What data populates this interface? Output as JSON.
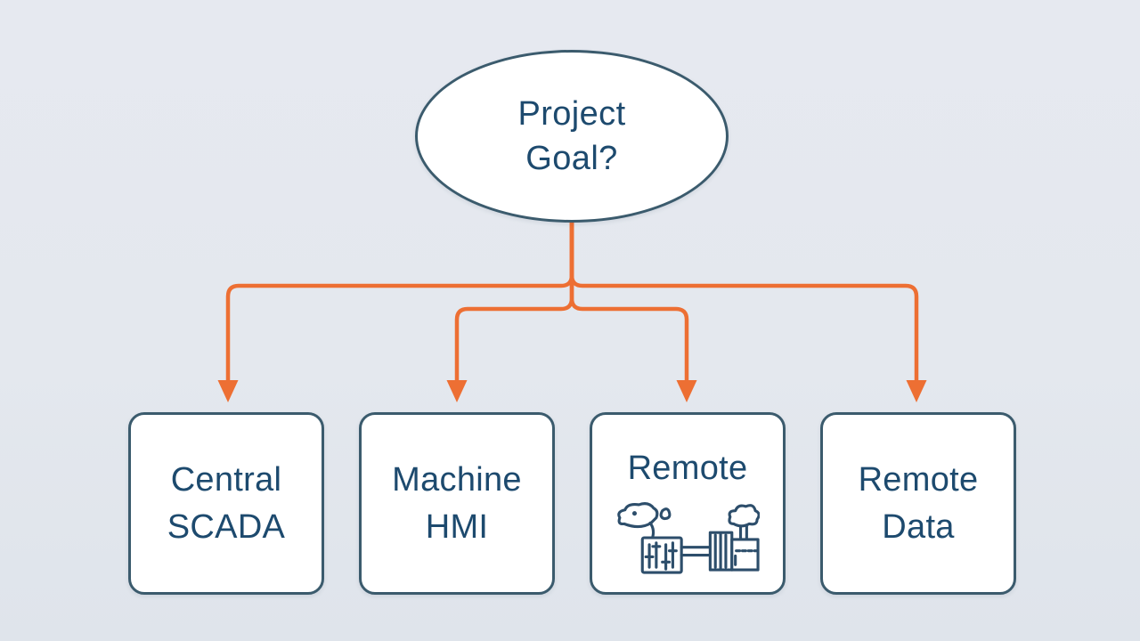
{
  "colors": {
    "background": "#e4e8ee",
    "connector_orange": "#ed6f33",
    "node_border": "#3b5b6d",
    "node_fill": "#ffffff",
    "text_navy": "#1d4a6e",
    "icon_ink": "#2d4e6b"
  },
  "diagram": {
    "root_label": "Project Goal?",
    "branches": [
      {
        "label": "Central SCADA"
      },
      {
        "label": "Machine HMI"
      },
      {
        "label": "Remote",
        "icon": "sketch-control-panel-factory-icon"
      },
      {
        "label": "Remote Data"
      }
    ]
  }
}
